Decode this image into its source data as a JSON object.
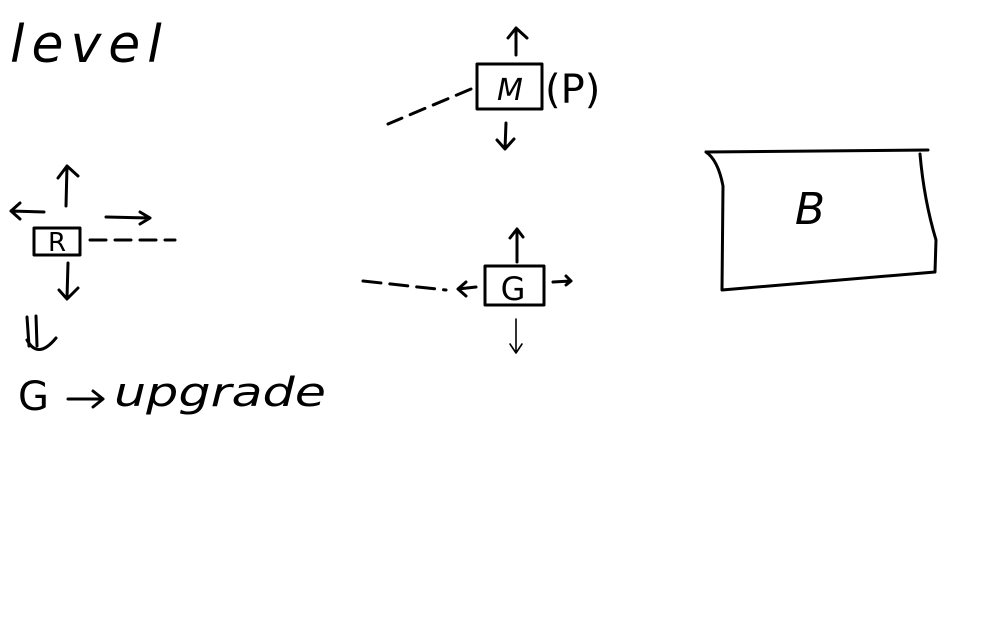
{
  "title": "level",
  "nodes": {
    "r_box": "R",
    "m_box": "M",
    "m_note": "(P)",
    "g_box": "G",
    "b_panel": "B"
  },
  "note": {
    "start": "G",
    "target": "upgrade"
  },
  "colors": {
    "ink": "#000000",
    "background": "#ffffff"
  }
}
